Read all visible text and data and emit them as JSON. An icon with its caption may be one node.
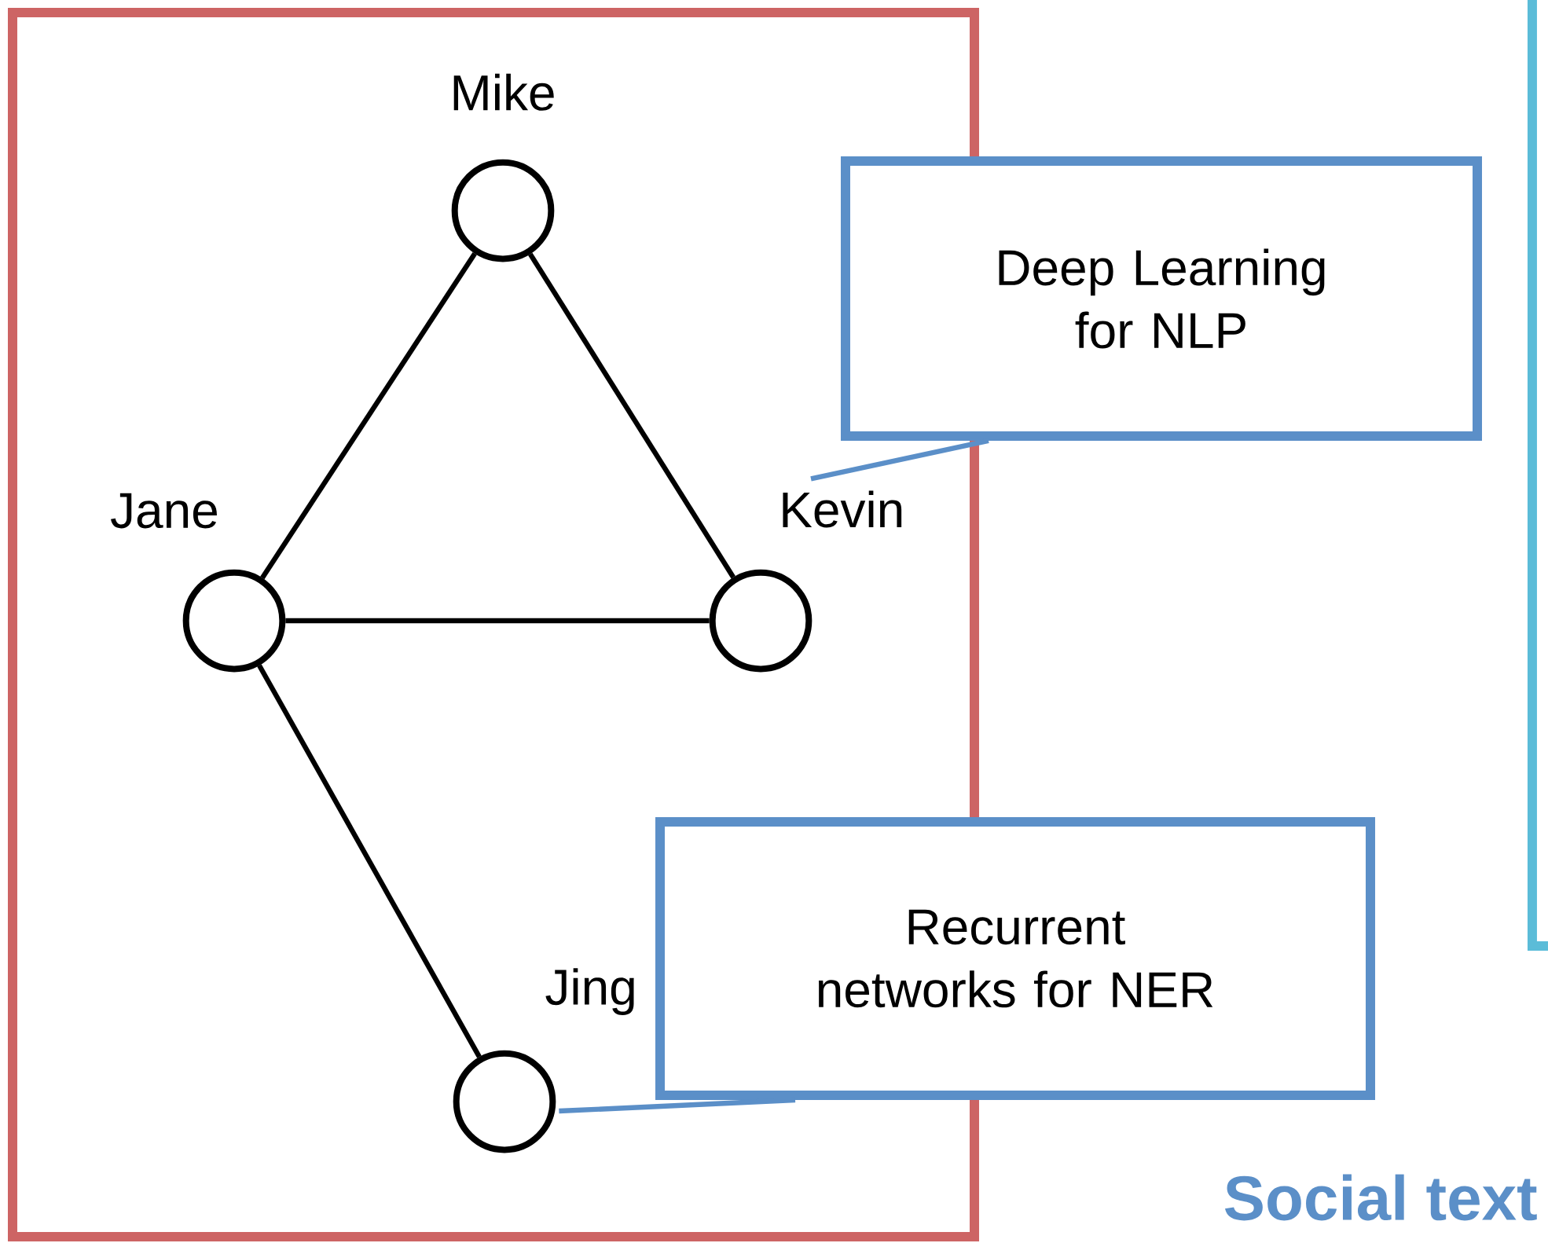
{
  "diagram": {
    "nodes": [
      {
        "text": [],
        "shape": "box"
      },
      {
        "text": [],
        "shape": "box"
      },
      {
        "text": [],
        "shape": "circle",
        "beside": [
          "Mike"
        ],
        "in": 0
      },
      {
        "text": [],
        "shape": "circle",
        "beside": [
          "Jane"
        ],
        "in": 0
      },
      {
        "text": [],
        "shape": "circle",
        "in": 0
      },
      {
        "text": [],
        "shape": "circle",
        "beside": [
          "Jing"
        ],
        "in": 0
      },
      {
        "text": [
          "Deep Learning for NLP"
        ]
      },
      {
        "text": [
          "Recurrent networks for NER"
        ]
      },
      {
        "text": [
          "Kevin"
        ],
        "in": 0
      }
    ],
    "edges": [
      {
        "from": 2,
        "to": 3,
        "arrow": "none"
      },
      {
        "from": 2,
        "to": 4,
        "arrow": "none"
      },
      {
        "from": 3,
        "to": 4,
        "arrow": "none"
      },
      {
        "from": 3,
        "to": 5,
        "arrow": "none"
      },
      {
        "from": 6,
        "to": 8,
        "arrow": "none",
        "color": "#5b8fc8"
      },
      {
        "from": 7,
        "to": 5,
        "arrow": "none",
        "color": "#5b8fc8"
      }
    ],
    "labels": [
      "Social text"
    ]
  }
}
